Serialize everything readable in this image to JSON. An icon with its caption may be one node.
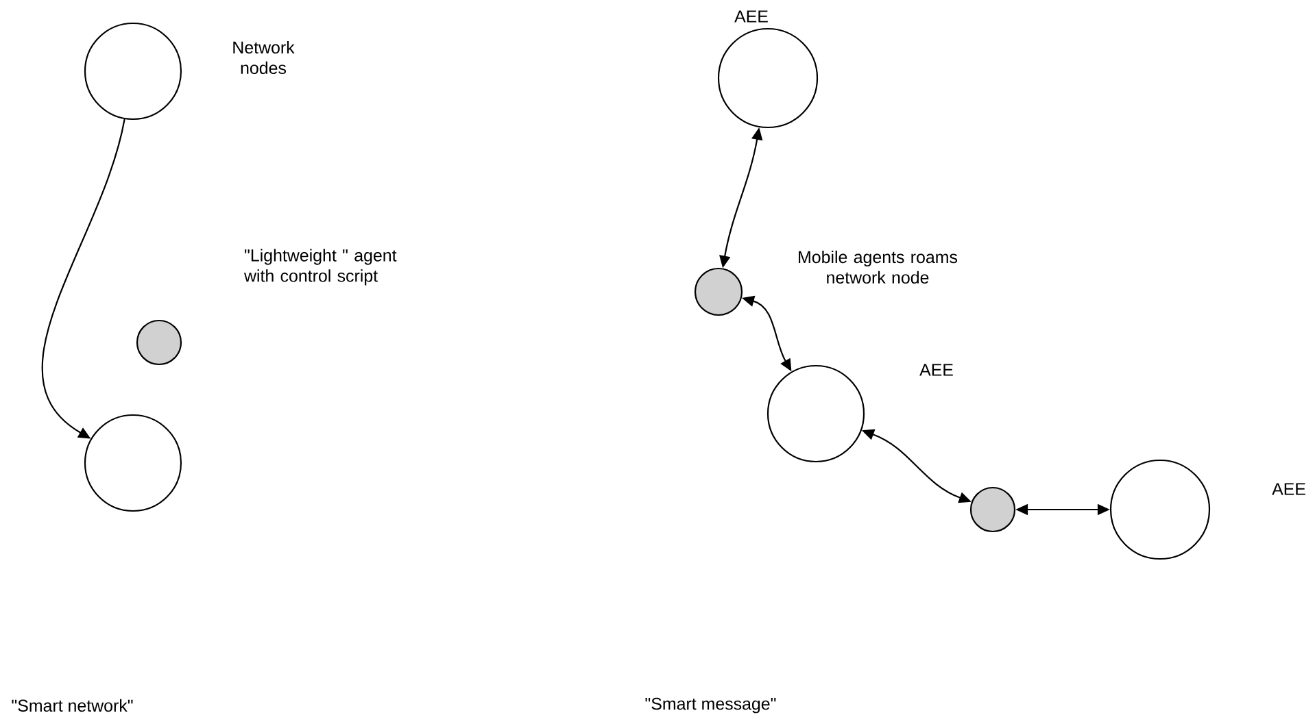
{
  "diagram": {
    "nodes": [
      {
        "text": [
          "Network nodes"
        ]
      },
      {
        "text": [
          "\"Lightweight \" agent with control script"
        ]
      },
      {
        "text": [],
        "shape": "circle"
      },
      {
        "text": [
          "AEE"
        ]
      },
      {
        "text": [
          "Mobile agents roams network node"
        ]
      },
      {
        "text": [
          "AEE"
        ]
      },
      {
        "text": [],
        "shape": "circle"
      },
      {
        "text": [
          "AEE"
        ]
      }
    ],
    "edges": [
      {
        "from": 0,
        "to": 2,
        "arrow": "to"
      },
      {
        "from": 4,
        "to": 3,
        "arrow": "both"
      },
      {
        "from": 4,
        "to": 5,
        "arrow": "both"
      },
      {
        "from": 5,
        "to": 6,
        "arrow": "both"
      },
      {
        "from": 6,
        "to": 7,
        "arrow": "both"
      }
    ],
    "labels": [
      "\"Smart network\"",
      "\"Smart message\""
    ]
  }
}
